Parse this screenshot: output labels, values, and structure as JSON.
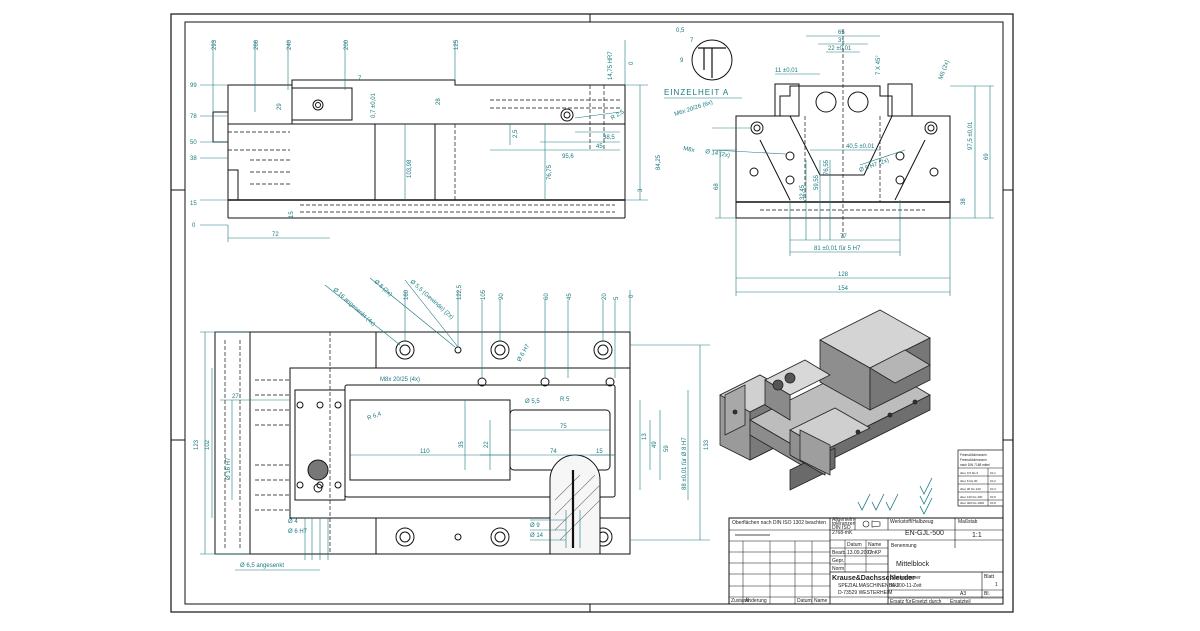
{
  "colors": {
    "line": "#111111",
    "dimension": "#1a7a80",
    "paper": "#ffffff",
    "shade": "#8a8a8a"
  },
  "top_view": {
    "top_dims": [
      "293",
      "266",
      "240",
      "200",
      "125",
      "14,75 HR7",
      "0"
    ],
    "left_dims": [
      "99",
      "78",
      "50",
      "38",
      "15",
      "0"
    ],
    "right_dims": [
      "84,25",
      "3"
    ],
    "inner_dims": [
      "0,7 ±0,01",
      "28",
      "2,5",
      "38,5",
      "45",
      "R 2,5",
      "95,6",
      "76,75",
      "103,98",
      "15",
      "72",
      "29",
      "7"
    ]
  },
  "detail": {
    "label": "EINZELHEIT A",
    "dims": [
      "0,5",
      "9",
      "7"
    ]
  },
  "side_view": {
    "dims": [
      "65",
      "31",
      "22 ±0,01",
      "11 ±0,01",
      "7 X 45°",
      "M6 (2x)",
      "M6x 20/26 (6x)",
      "M8x",
      "Ø 14 (2x)",
      "40,5 ±0,01",
      "Ø 5 H7 (2x)",
      "97,5 ±0,01",
      "68",
      "38",
      "32,45",
      "59,55",
      "76,55",
      "77",
      "81 ±0,01 für 5 H7",
      "128",
      "154",
      "69"
    ]
  },
  "front_view": {
    "top_callouts": [
      "Ø 16 angesenkt (4x)",
      "Ø 8 (2x)",
      "Ø 5,5 (Gewinde) (2x)",
      "160",
      "122,5",
      "105",
      "90",
      "60",
      "45",
      "20",
      "5",
      "0"
    ],
    "left_dims": [
      "123",
      "102",
      "Ø 16 H7",
      "27"
    ],
    "right_dims": [
      "133",
      "88 ±0,01 für Ø 8 H7",
      "59",
      "49",
      "13"
    ],
    "inner_dims": [
      "M8x 20/25 (4x)",
      "R 6,4",
      "Ø 6 H7",
      "Ø 5,5",
      "75",
      "110",
      "74",
      "15",
      "35",
      "22",
      "R 5",
      "Ø 4",
      "Ø 6 H7",
      "Ø 9",
      "Ø 14"
    ],
    "bottom_note": "Ø 6,5 angesenkt"
  },
  "tolerance_table": {
    "title": [
      "Freimaßtoleranzen",
      "Freimaßtoleranzen",
      "nach DIN 7168 mittel"
    ],
    "rows": [
      [
        "über 0,5 bis 6",
        "±0,1"
      ],
      [
        "über 6 bis 30",
        "±0,2"
      ],
      [
        "über 30 bis 120",
        "±0,3"
      ],
      [
        "über 120 bis 400",
        "±0,5"
      ],
      [
        "über 400 bis 1000",
        "±0,8"
      ]
    ]
  },
  "title_block": {
    "surface_note": "Oberflächen nach DIN ISO 1302 beachten",
    "general_tolerances": [
      "Allgemein-",
      "toleranzen",
      "DIN ISO",
      "2768-mK"
    ],
    "material_label": "Werkstoff/Halbzeug",
    "material_value": "EN-GJL-500",
    "scale_label": "Maßstab",
    "scale_value": "1:1",
    "col_datum": "Datum",
    "col_name": "Name",
    "row_bearb": "Bearb.",
    "row_gepr": "Gepr.",
    "row_norm": "Norm",
    "bearb_date": "13.09.2007",
    "bearb_name": "OnKP",
    "benennung_label": "Benennung",
    "benennung_value": "Mittelblock",
    "company_line1": "Krause&Dachsschleuder",
    "company_line2": "SPEZIALMASCHINENBAU",
    "company_line3": "D-73529 WESTERHEIM",
    "sachnummer_label": "Sachnummer",
    "sachnummer_value": "N-100-11-Zeit",
    "blatt_label": "Blatt",
    "blatt_value": "1",
    "bl_label": "Bl.",
    "size_value": "A3",
    "zustand_row": [
      "Zustand",
      "Änderung",
      "Datum",
      "Name"
    ],
    "ersatz_row": [
      "Ersatz für",
      "Ersetzt durch",
      "Ersatzteil"
    ]
  }
}
